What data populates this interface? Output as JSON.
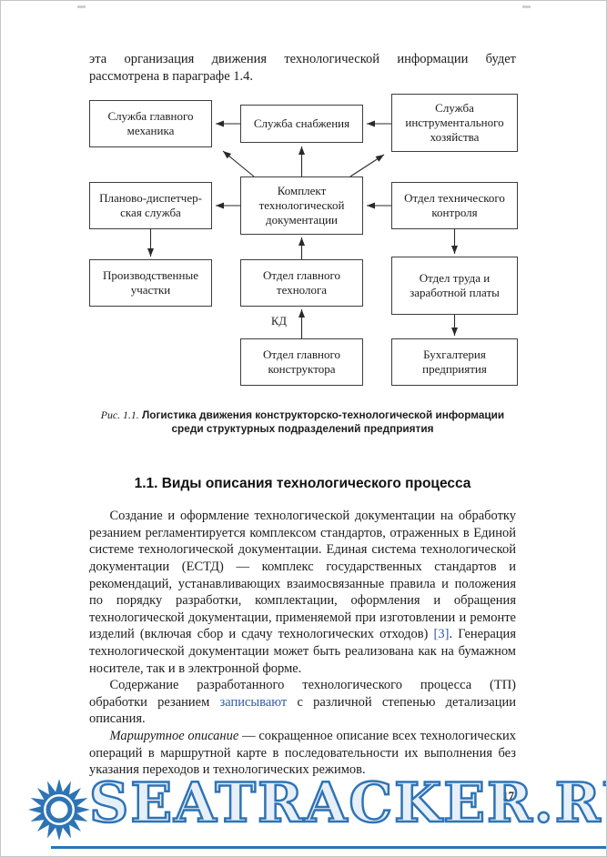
{
  "page": {
    "number": "17"
  },
  "intro": {
    "text": "эта организация движения технологической информации будет рассмотрена в параграфе 1.4."
  },
  "diagram": {
    "boxes": [
      {
        "id": "chief-mechanic-service",
        "label": "Служба главного механика"
      },
      {
        "id": "supply-service",
        "label": "Служба снабжения"
      },
      {
        "id": "tool-facilities-service",
        "label": "Служба инструментального хозяйства"
      },
      {
        "id": "planning-dispatch-service",
        "label": "Планово-диспетчер-ская служба"
      },
      {
        "id": "tech-doc-set",
        "label": "Комплект технологической документации"
      },
      {
        "id": "tech-control-dept",
        "label": "Отдел технического контроля"
      },
      {
        "id": "production-sites",
        "label": "Производственные участки"
      },
      {
        "id": "chief-technologist-dept",
        "label": "Отдел главного технолога"
      },
      {
        "id": "labor-wages-dept",
        "label": "Отдел труда и заработной платы"
      },
      {
        "id": "chief-designer-dept",
        "label": "Отдел главного конструктора"
      },
      {
        "id": "accounting-dept",
        "label": "Бухгалтерия предприятия"
      }
    ],
    "kd_label": "КД",
    "caption_label": "Рис. 1.1.",
    "caption_text": "Логистика движения конструкторско-технологической информации среди структурных подразделений предприятия"
  },
  "section": {
    "heading": "1.1. Виды описания технологического процесса",
    "paragraphs": [
      {
        "indent": true,
        "segments": [
          {
            "text": "Создание и оформление технологической документации на обработку резанием регламентируется комплексом стандартов, отраженных в Единой системе технологической документации. Единая система технологической документации (ЕСТД) — комплекс государственных стандартов и рекомендаций, устанавливающих взаимосвязанные правила и положения по порядку разработки, комплектации, оформления и обращения технологической документации, применяемой при изготовлении и ремонте изделий (включая сбор и сдачу технологических отходов) "
          },
          {
            "text": "[3]",
            "style": "link"
          },
          {
            "text": ". Генерация технологической документации может быть реализована как на бумажном носителе, так и в электронной форме."
          }
        ]
      },
      {
        "indent": true,
        "segments": [
          {
            "text": "Содержание разработанного технологического процесса (ТП) обработки резанием "
          },
          {
            "text": "записывают",
            "style": "link"
          },
          {
            "text": " с различной степенью детализации описания."
          }
        ]
      },
      {
        "indent": true,
        "segments": [
          {
            "text": "Маршрутное описание",
            "style": "italic"
          },
          {
            "text": " — сокращенное описание всех технологических операций в маршрутной карте в последовательности их выполнения без указания переходов и технологических режимов."
          }
        ]
      }
    ]
  },
  "watermark": {
    "text": "SEATRACKER.RU",
    "color": "#2e74b5"
  }
}
